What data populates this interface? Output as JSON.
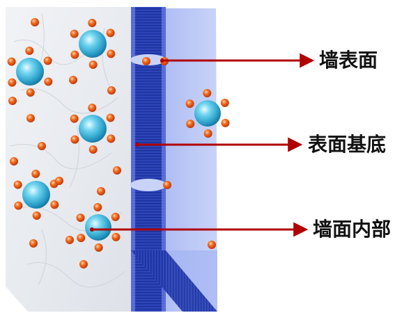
{
  "labels": {
    "wall_surface": "墙表面",
    "surface_base": "表面基底",
    "wall_interior": "墙面内部"
  },
  "colors": {
    "arrow": "#b00000",
    "wall_blue": "#3d55cc",
    "stripe_dark": "#1a2f9a",
    "ion_orange": "#e8561a",
    "ion_cyan": "#3ab6d8",
    "stone": "#e9ecf0"
  },
  "icons": [
    "hydrated-ion-icon",
    "small-ion-icon",
    "arrow-icon"
  ]
}
